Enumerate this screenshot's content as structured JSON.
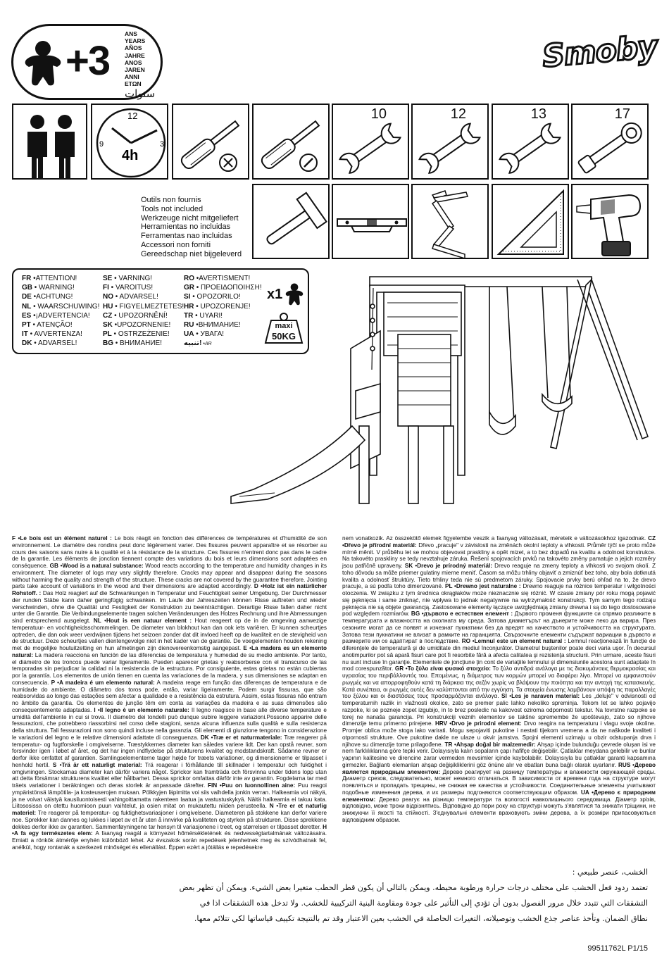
{
  "age": {
    "plus": "+3",
    "words": [
      "ANS",
      "YEARS",
      "AÑOS",
      "JAHRE",
      "ANOS",
      "JAREN",
      "ANNI",
      "ΕΤΩΝ"
    ],
    "arabic": "سنوات"
  },
  "brand": "Smoby",
  "tools_row1": [
    {
      "icon": "two-persons-icon",
      "label": ""
    },
    {
      "icon": "clock-icon",
      "label": "4h",
      "numbers": [
        "12",
        "3",
        "9"
      ]
    },
    {
      "icon": "phillips-screwdriver-icon",
      "label": ""
    },
    {
      "icon": "flat-screwdriver-icon",
      "label": ""
    },
    {
      "icon": "wrench-icon",
      "label": "10"
    },
    {
      "icon": "wrench-icon",
      "label": "12"
    },
    {
      "icon": "wrench-icon",
      "label": "13"
    },
    {
      "icon": "socket-wrench-icon",
      "label": "17"
    }
  ],
  "tools_row2": [
    {
      "icon": "hammer-icon"
    },
    {
      "icon": "spirit-level-icon"
    },
    {
      "icon": "folding-ruler-icon"
    },
    {
      "icon": "set-square-icon"
    },
    {
      "icon": "cordless-drill-icon"
    }
  ],
  "tools_not_included": [
    "Outils non  fournis",
    "Tools not included",
    "Werkzeuge nicht mitgeliefert",
    "Herramientas no incluidas",
    "Ferramentas nao incluidas",
    "Accessori non forniti",
    "Gereedschap niet bijgeleverd"
  ],
  "warnings": {
    "col1": [
      [
        "FR",
        " •ATTENTION!"
      ],
      [
        "GB",
        " • WARNING!"
      ],
      [
        "DE",
        " •ACHTUNG!"
      ],
      [
        "NL",
        " • WAARSCHUWING!"
      ],
      [
        "ES",
        " •¡ADVERTENCIA!"
      ],
      [
        "PT",
        " • ATENÇÃO!"
      ],
      [
        "IT",
        " • AVVERTENZA!"
      ],
      [
        "DK",
        " • ADVARSEL!"
      ]
    ],
    "col2": [
      [
        "SE",
        " • VARNING!"
      ],
      [
        "FI",
        " • VAROITUS!"
      ],
      [
        "NO",
        " • ADVARSEL!"
      ],
      [
        "HU",
        " • FIGYELMEZTETES!"
      ],
      [
        "CZ",
        " • UPOZORNĚNÍ!"
      ],
      [
        "SK",
        " •UPOZORNENIE!"
      ],
      [
        "PL",
        " • OSTRZEŻENIE!"
      ],
      [
        "BG",
        " • ВНИМАНИЕ!"
      ]
    ],
    "col3": [
      [
        "RO",
        " •AVERTISMENT!"
      ],
      [
        "GR",
        " • ΠΡΟΕΙΔΟΠΟΙΗΣΗ!"
      ],
      [
        "SI",
        " • OPOZORILO!"
      ],
      [
        "HR",
        " • UPOZORENJE!"
      ],
      [
        "TR",
        " • UYARI!"
      ],
      [
        "RU",
        " •ВНИМАНИЕ!"
      ],
      [
        "UA",
        " • УВАГА!"
      ],
      [
        "تنبيه!",
        " •AR"
      ]
    ],
    "x1": "x1",
    "maxi": "maxi",
    "weight": "50KG"
  },
  "text_left": [
    {
      "h": "F •Le bois est un élément naturel :",
      "t": " Le bois réagit en fonction des différences de températures et d'humidité de son environnement. Le diamètre des rondins peut donc légèrement varier. Des fissures peuvent apparaître et se résorber au cours des saisons sans nuire à la qualité et à la résistance de la structure. Ces fissures n'entrent donc pas dans le cadre de la garantie. Les éléments de jonction tiennent compte des variations du bois et leurs dimensions sont adaptées en conséquence. "
    },
    {
      "h": "GB •Wood is a natural substance:",
      "t": " Wood reacts according to the temperature and humidity changes in its environment. The diameter of logs may vary slightly therefore. Cracks may appear and disappear during the seasons without harming the quality and strength of the structure. These cracks are not covered by the guarantee therefore. Jointing parts take account of variations in the wood and their dimensions are adapted accordingly. "
    },
    {
      "h": "D •Holz ist ein natürlicher Rohstoff. :",
      "t": " Das Holz reagiert auf die Schwankungen in Temperatur und Feuchtigkeit seiner Umgebung. Der Durchmesser der runden Stäbe kann daher geringfügig schwanken. Im Laufe der Jahreszeiten können Risse auftreten und wieder verschwinden, ohne die Qualität und Festigkeit der Konstruktion zu beeinträchtigen. Derartige Risse fallen daher nicht unter die Garantie. Die Verbindungselemente tragen solchen Veränderungen des Holzes Rechnung und ihre Abmessungen sind entsprechend ausgelegt. "
    },
    {
      "h": "NL •Hout is een natuur element :",
      "t": " Hout reageert op de in de omgeving aanwezige temperatuur- en vochtigheidsschommelingen. De diameter van blokhout kan dan ook iets variëren. Er kunnen scheurtjes optreden, die dan ook weer verdwijnen tijdens het seizoen zonder dat dit invloed heeft op de kwaliteit en de stevigheid van de structuur. Deze scheurtjes vallen dientengevolge niet in het kader van de garantie. De voegelementen houden rekening met de mogelijke houtuitzetting en hun afmetingen zijn dienovereenkomstig aangepast. "
    },
    {
      "h": "E •La madera es un elemento natural:",
      "t": " La madera reacciona en función de las diferencias de temperatura y humedad de su medio ambiente. Por tanto, el diámetro de los troncos puede variar ligeramente. Pueden aparecer grietas y reabsorberse con el transcurso de las temporadas sin perjudicar la calidad ni la resistencia de la estructura. Por consiguiente, estas grietas no están cubiertas por la garantía. Los elementos de unión tienen en cuenta las variaciones de la madera, y sus dimensiones se adaptan en consecuencia. "
    },
    {
      "h": "P •A madeira é um elemento natural:",
      "t": " A madeira reage em função das diferenças de temperatura e de humidade do ambiente. O diâmetro dos toros pode, então, variar ligeiramente. Podem surgir fissuras, que são reabsorvidas ao longo das estações sem afectar a qualidade e a resistência da estrutura. Assim, estas fissuras não entram no âmbito da garantia. Os elementos de junção têm em conta as variações da madeira e as suas dimensões são consequentemente adaptadas. "
    },
    {
      "h": "I •Il legno è un elemento naturale:",
      "t": " Il legno reagisce in base alle diverse temperature e umidità dell'ambiente in cui si trova.  Il diametro dei tondelli può dunque subire leggere variazioni.Possono apparire delle fessurazioni, che potrebbero riassorbirsi nel corso delle stagioni, senza alcuna influenza sulla qualità e sulla resistenza della struttura. Tali fessurazioni non sono quindi incluse nella garanzia. Gli elementi di giunzione tengono in considerazione le variazioni del legno e le relative dimensioni adattate di conseguenza. "
    },
    {
      "h": "DK •Træ er et naturmateriale:",
      "t": " Træ reagerer på temperatur- og fugtforskelle i omgivelserne. Træstykkernes diameter kan således variere lidt. Der kan opstå revner, som forsvinder igen i løbet af året, og det har ingen indflydelse på strukturens kvalitet og modstandskraft. Sådanne revner er derfor ikke omfattet af garantien. Samlingselementerne tager højde for træets variationer, og dimensionerne er tilpasset i henhold hertil. "
    },
    {
      "h": "S •Trä är ett naturligt material:",
      "t": " Trä reagerar i förhållande till skillnader i temperatur och fuktighet i omgivningen. Stockarnas diameter kan därför variera något. Sprickor kan framträda och försvinna under tidens lopp utan att detta försämrar strukturens kvalitet eller hållbarhet. Dessa sprickor omfattas därför inte av garantin. Fogdelarna tar med träets variationer i beräkningen och deras storlek är anpassade därefter. "
    },
    {
      "h": "FIN •Puu on luonnollinen aine:",
      "t": " Puu reagoi ympäristönsä lämpötila- ja kosteuserojen mukaan. Pölkkyjen läpimitta voi siis vaihdella jonkin verran. Halkeamia voi näkyä, ja ne voivat väistyä kausiluontoisesti vahingoittamatta rakenteen laatua ja vastustuskykyä. Näitä halkeamia ei takuu kata. Liitososissa on otettu huomioon puun vaihtelut, ja osien mitat on mukautettu niiden perusteella. "
    },
    {
      "h": "N •Tre er et naturlig materiel:",
      "t": " Tre reagerer på temperatur- og fuktighetsvariasjoner i omgivelsene. Diameteren på stokkene kan derfor variere noe. Sprekker kan dannes og lukkes i løpet av et år uten å innvirke på kvaliteten og styrken på strukturen. Disse sprekkene dekkes derfor ikke av garantien. Sammenføyningene tar hensyn til variasjonene i treet, og størrelsen er tilpasset deretter. "
    },
    {
      "h": "H •A fa egy természetes elem:",
      "t": " A faanyag reagál a környezet hőmérsékletének és nedvességtartalmának változásaira. Emiatt a rönkök átmérője enyhén különböző lehet. Az évszakok során repedések jelenhetnek meg és szívódhatnak fel, anélkül, hogy rontanák a szerkezeti minőséget és ellenállást. Éppen ezért a jótállás e repedésekre"
    }
  ],
  "text_right": [
    {
      "h": "",
      "t": "nem vonatkozik. Az összekötő elemek figyelembe veszik a faanyag változásait, méreteik e változásokhoz igazodnak. "
    },
    {
      "h": "CZ •Dřevo je přírodní materiál:",
      "t": " Dřevo „pracuje\" v závislosti na změnách okolní teploty a vlhkosti. Průměr týčí se proto může mírně měnit. V průběhu let se mohou objevovat praskliny a opět mizet, a to bez dopadů na kvalitu a odolnost konstrukce. Na takovéto praskliny se tedy nevztahuje záruka. Řešení spojovacích prvků na takovéto změny pamatuje a jejich rozměry jsou patřičně upraveny. "
    },
    {
      "h": "SK •Drevo je prírodný materiál:",
      "t": " Drevo reaguje na zmeny teploty a vlhkosti vo svojom okolí. Z toho dôvodu sa môže priemer gulatiny mierne meniť. Časom sa môžu trhliny objaviť a zmiznúť bez toho, aby bola dotknutá kvalita a odolnosť štruktúry. Tieto trhliny teda nie sú predmetom záruky. Spojovacie prvky berú ohľad na to, že drevo pracuje, a sú podľa toho dimenzované. "
    },
    {
      "h": "PL •Drewno jest naturalne :",
      "t": " Drewno reaguje na różnice temperatur i wilgotności otoczenia. W związku z tym średnica okrągłaków może nieznacznie się różnić. W czasie zmiany pór roku mogą pojawić się pęknięcia i same zniknąć, nie wpływa to jednak negatywnie na wytrzymałość konstrukcji. Tym samym tego rodzaju pęknięcia nie są objęte gwarancją. Zastosowane elementy łączące uwzględniają zmiany drewna i są do tego dostosowane pod względem rozmiarów. "
    },
    {
      "h": "BG •дървото е естествен елемент :",
      "t": " Дървото променя функциите си спрямо разликите в температурата и влажността на околната му среда. Затова диаметърът на дънерите може леко да варира. През сезоните могат да се появят и изчезнат пукнатини без да вредят на качеството и устойчивостта на структурата. Затова тези пукнатини не влизат в рамките на гаранцията. Свързочните елементи съдържат вариации в дървото и размерите им се адаптират в последствие. "
    },
    {
      "h": "RO •Lemnul este un element natural :",
      "t": " Lemnul reacţionează în funcţie de diferenţele de temperatură şi de umiditate din mediul înconjurător. Diametrul buştenilor poate deci varia uşor. În decursul anotimpurilor pot să apară fisuri care pot fi resorbite fără a afecta calitatea şi rezistenţa structurii. Prin urmare, aceste fisuri nu sunt incluse în garanţie. Elementele de joncţiune ţin cont de variaţiile lemnului şi dimensiunile acestora sunt adaptate în mod corespunzător. "
    },
    {
      "h": "GR •Το ξύλο είναι φυσικό στοιχείο:",
      "t": " Το ξύλο αντιδρά ανάλογα με τις διακυμάνσεις θερμοκρασίας και υγρασίας του περιβάλλοντός του. Επομένως, η διάμετρος των κορμών μπορεί να διαφέρει λίγο. Μπορεί να εμφανιστούν ρωγμές και να απορροφηθούν κατά τη διάρκεια της σεζόν χωρίς να βλάψουν την ποιότητα και την αντοχή της κατασκευής. Κατά συνέπεια, οι ρωγμές αυτές δεν καλύπτονται από την εγγύηση. Τα στοιχεία ένωσης λαμβάνουν υπόψη τις παραλλαγές του ξύλου και οι διαστάσεις τους προσαρμόζονται ανάλογα. "
    },
    {
      "h": "SI •Les je naraven material:",
      "t": " Les „deluje\" v odvisnosti od temperaturnih razlik in vlažnosti okolice, zato se premer palic lahko nekoliko spreminja. Tekom let se lahko pojavijo razpoke, ki se pozneje zopet izgubijo, in to brez posledic na kakovost oziroma odpornosti tekstur. Na tovrstne razpoke se torej ne nanaša garancija. Pri konstrukciji veznih elementov se takšne spremembe že upoštevajo, zato so njihove dimenzije temu primerno prirejene. "
    },
    {
      "h": "HRV •Drvo je prirodni element:",
      "t": " Drvo reagira na temperaturu i vlagu svoje okoline. Promjer oblica može stoga lako varirati. Mogu sepojaviti pukotine i nestati tijekom vremena a da ne naškode kvaliteti i otpornosti strukture. Ove pukotine dakle ne ulaze u okvir jamstva. Spojni elementi uzimaju u obzir odstupanja drva i njihove su dimenzije tome prilagođene. "
    },
    {
      "h": "TR •Ahşap doğal bir malzemedir:",
      "t": " Ahşap içinde bulunduğu çevrede oluşan isi ve nem farklılıklarına göre tepki verir. Dolayısıyla kalın sopaların çapı hafifçe değişebilir. Çatlaklar meydana gelebilir ve bunlar yapının kalitesine ve direncine zarar vermeden mevsimler içinde kaybolabilir. Dolayısıyla bu çatlaklar garanti kapsamına girmezler. Bağlantı elemanları ahşap değişikliklerini göz önüne alır ve ebatları buna bağlı olarak uyarlanır. "
    },
    {
      "h": "RUS •Дерево является природным элементом:",
      "t": " Дерево реагирует на разницу температуры и влажности окружающей среды. Диаметр срезов, следовательно, может немного отличаться. В зависимости от времени года на структуре могут появляться и пропадать трещины, не снижая ее качества и устойчивости. Соединительные элементы учитывают подобные изменения дерева, и их размеры подгоняются соответствующим образом. "
    },
    {
      "h": "UA •Дерево є природним елементом:",
      "t": " Дерево реагує на різницю температури та вологості навколишнього середовища. Діаметр зрізів, відповідно, може трохи відрізнятись. Відповідно до пори року на структурі можуть з'являтися та зникати тріщини, не знижуючи її якості та стійкості. З'єднувальні елементи враховують зміни дерева, а їх розміри припасовуються відповідним образом."
    }
  ],
  "arabic_lines": [
    "الخشب، عنصر طبيعي :",
    "تعتمد ردود فعل الخشب على مختلف درجات حرارة ورطوبة محيطه. ويمكن بالتالي أن يكون قطر الحطب متغيرا بعض الشيء. ويمكن أن تظهر بعض",
    "التشققات التي تتبدد خلال مرور الفصول بدون أن تؤدي إلى التأثير على جودة ومقاومة البنية التركيبية للخشب. ولا تدخل هذه التشققات اذا في",
    "نطاق الضمان. وتأخذ عناصر جذع الخشب وتوصيلاته، التغيرات الحاصلة في الخشب بعين الاعتبار وقد تم بالنتيجة تكييف قياساتها لكي تتلائم معها."
  ],
  "reference": "99511762L  P1/15"
}
